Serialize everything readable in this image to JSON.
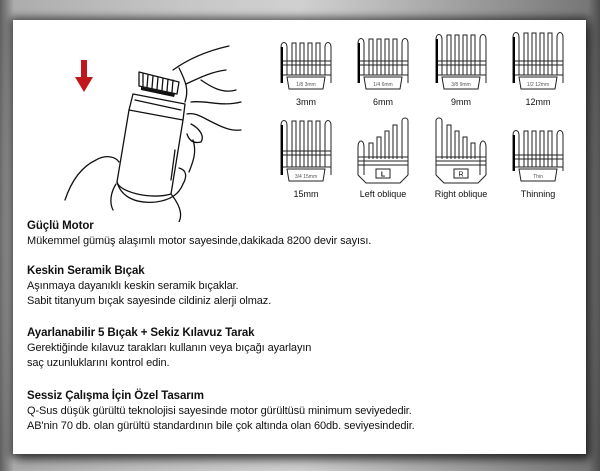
{
  "illustration": {
    "arrow_icon": "down-arrow-icon",
    "arrow_color": "#c0161c",
    "subject": "hand-holding-clipper-with-comb"
  },
  "combs": [
    {
      "label": "3mm",
      "tag": "1/8 3mm",
      "type": "standard"
    },
    {
      "label": "6mm",
      "tag": "1/4 6mm",
      "type": "standard"
    },
    {
      "label": "9mm",
      "tag": "3/8 9mm",
      "type": "standard"
    },
    {
      "label": "12mm",
      "tag": "1/2 12mm",
      "type": "standard"
    },
    {
      "label": "15mm",
      "tag": "3/4 15mm",
      "type": "standard"
    },
    {
      "label": "Left oblique",
      "tag": "L",
      "type": "left"
    },
    {
      "label": "Right oblique",
      "tag": "R",
      "type": "right"
    },
    {
      "label": "Thinning",
      "tag": "Thin",
      "type": "thinning"
    }
  ],
  "sections": [
    {
      "title": "Güçlü Motor",
      "lines": [
        "Mükemmel gümüş alaşımlı motor sayesinde,dakikada 8200 devir sayısı."
      ]
    },
    {
      "title": "Keskin Seramik Bıçak",
      "lines": [
        "Aşınmaya dayanıklı keskin seramik bıçaklar.",
        "Sabit titanyum bıçak sayesinde cildiniz alerji olmaz."
      ]
    },
    {
      "title": "Ayarlanabilir 5 Bıçak + Sekiz Kılavuz Tarak",
      "lines": [
        "Gerektiğinde kılavuz tarakları kullanın veya bıçağı ayarlayın",
        "saç uzunluklarını kontrol edin."
      ]
    },
    {
      "title": "Sessiz Çalışma İçin Özel Tasarım",
      "lines": [
        "Q-Sus düşük gürültü teknolojisi sayesinde motor gürültüsü minimum seviyededir.",
        "AB'nin 70 db. olan gürültü standardının bile çok altında olan  60db. seviyesindedir."
      ]
    }
  ]
}
